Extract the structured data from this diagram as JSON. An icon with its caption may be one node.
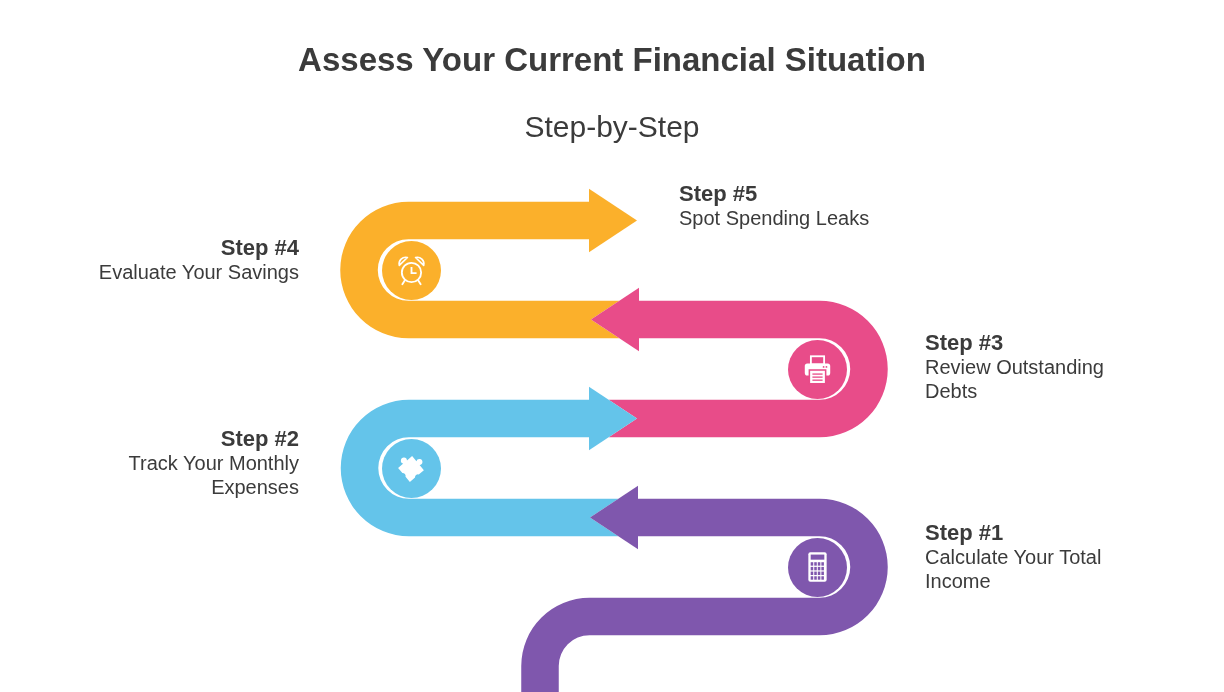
{
  "diagram": {
    "title": "Assess Your Current Financial Situation",
    "nodes": [
      {
        "text": [
          "Step #5",
          "Spot Spending Leaks"
        ]
      },
      {
        "text": [],
        "shape": "band",
        "beside": [
          "Step #4",
          "Evaluate Your Savings"
        ]
      },
      {
        "text": [],
        "shape": "band",
        "beside": [
          "Step #3",
          "Review Outstanding Debts"
        ]
      },
      {
        "text": [],
        "shape": "band",
        "beside": [
          "Step #2",
          "Track Your Monthly Expenses"
        ]
      },
      {
        "text": [],
        "shape": "band",
        "beside": [
          "Step #1",
          "Calculate Your Total Income"
        ]
      }
    ],
    "edges": [
      {
        "from": 4,
        "to": 3,
        "arrow": "to",
        "color": "#7f57ad"
      },
      {
        "from": 3,
        "to": 2,
        "arrow": "to",
        "color": "#64c4ea"
      },
      {
        "from": 2,
        "to": 1,
        "arrow": "to",
        "color": "#e84c89"
      },
      {
        "from": 1,
        "to": 0,
        "arrow": "to",
        "color": "#fbb02b"
      }
    ],
    "labels": [
      "Step-by-Step"
    ]
  }
}
